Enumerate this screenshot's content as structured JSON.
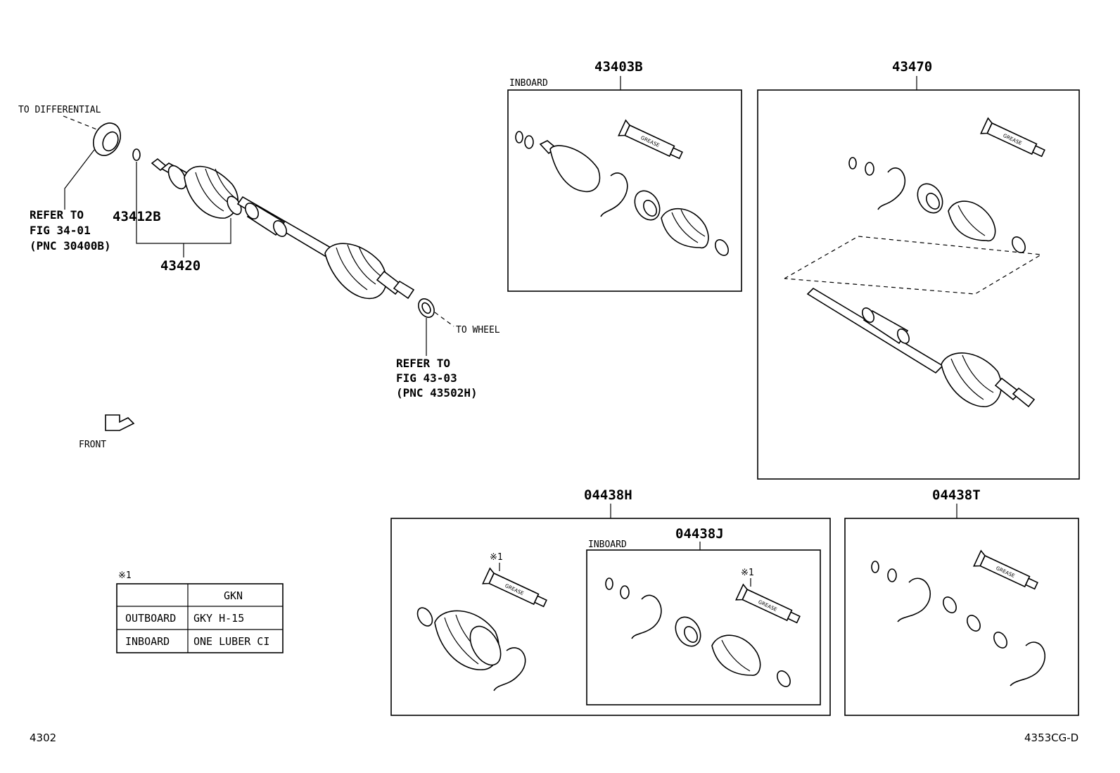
{
  "callouts": {
    "to_differential": "TO DIFFERENTIAL",
    "to_wheel": "TO WHEEL",
    "front": "FRONT",
    "refer_left": [
      "REFER TO",
      "FIG 34-01",
      "(PNC 30400B)"
    ],
    "refer_right": [
      "REFER TO",
      "FIG 43-03",
      "(PNC 43502H)"
    ]
  },
  "part_numbers": {
    "p43412B": "43412B",
    "p43420": "43420",
    "p43403B": "43403B",
    "p43470": "43470",
    "p04438H": "04438H",
    "p04438J": "04438J",
    "p04438T": "04438T"
  },
  "box_labels": {
    "inboard_43403B": "INBOARD",
    "inboard_04438J": "INBOARD",
    "note_mark": "※1"
  },
  "grease_label": "GREASE",
  "table": {
    "caption": "※1",
    "header": [
      "",
      "GKN"
    ],
    "rows": [
      [
        "OUTBOARD",
        "GKY H-15"
      ],
      [
        "INBOARD",
        "ONE LUBER CI"
      ]
    ]
  },
  "footer": {
    "left_code": "4302",
    "right_code": "4353CG-D"
  }
}
